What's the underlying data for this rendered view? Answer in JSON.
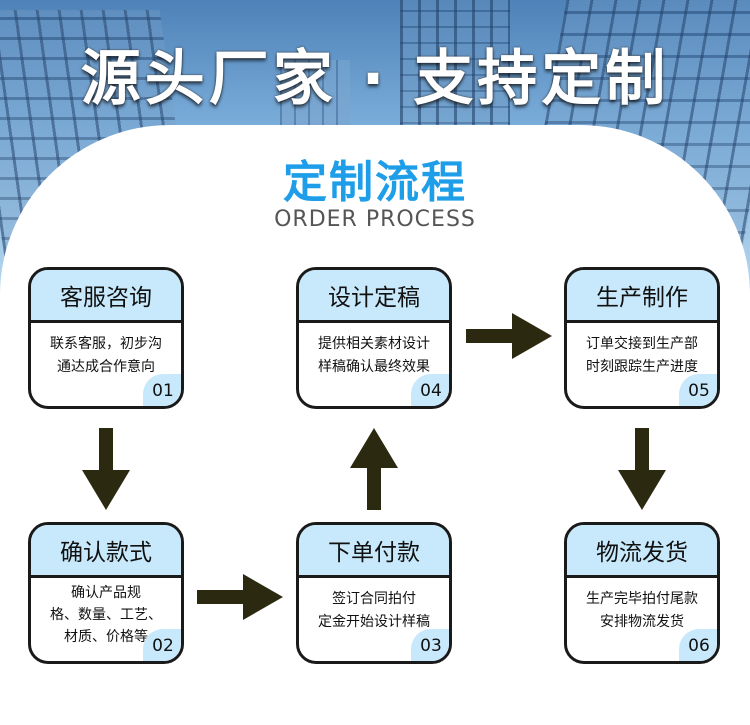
{
  "header": {
    "title": "源头厂家 · 支持定制"
  },
  "section": {
    "title": "定制流程",
    "subtitle": "ORDER PROCESS"
  },
  "steps": [
    {
      "num": "01",
      "title": "客服咨询",
      "desc": [
        "联系客服，初步沟",
        "通达成合作意向"
      ]
    },
    {
      "num": "02",
      "title": "确认款式",
      "desc": [
        "确认产品规",
        "格、数量、工艺、",
        "材质、价格等"
      ]
    },
    {
      "num": "03",
      "title": "下单付款",
      "desc": [
        "签订合同拍付",
        "定金开始设计样稿"
      ]
    },
    {
      "num": "04",
      "title": "设计定稿",
      "desc": [
        "提供相关素材设计",
        "样稿确认最终效果"
      ]
    },
    {
      "num": "05",
      "title": "生产制作",
      "desc": [
        "订单交接到生产部",
        "时刻跟踪生产进度"
      ]
    },
    {
      "num": "06",
      "title": "物流发货",
      "desc": [
        "生产完毕拍付尾款",
        "安排物流发货"
      ]
    }
  ],
  "colors": {
    "accent": "#1e9ee8",
    "card_header": "#c7e9fb",
    "arrow": "#2b2a10"
  }
}
